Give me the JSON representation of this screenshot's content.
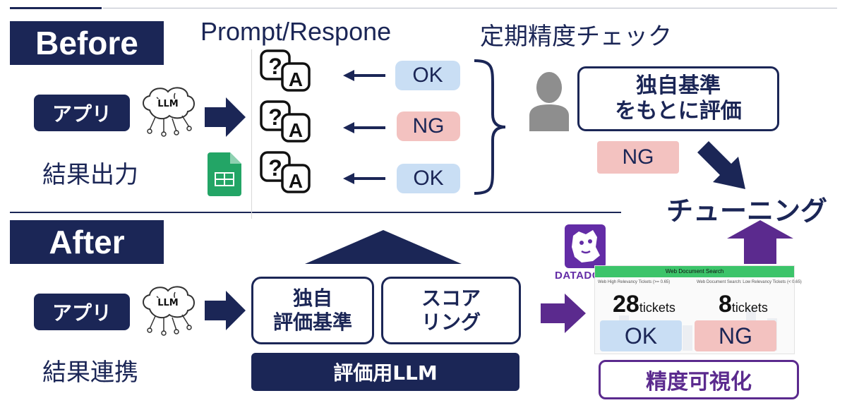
{
  "before": {
    "label": "Before",
    "app_label": "アプリ",
    "llm_label": "LLM",
    "result_label": "結果出力",
    "prompt_header": "Prompt/Respone",
    "check_header": "定期精度チェック",
    "responses": [
      "OK",
      "NG",
      "OK"
    ],
    "criteria_label": "独自基準\nをもとに評価",
    "criteria_line1": "独自基準",
    "criteria_line2": "をもとに評価",
    "ng_label": "NG",
    "tuning_label": "チューニング"
  },
  "after": {
    "label": "After",
    "app_label": "アプリ",
    "llm_label": "LLM",
    "result_label": "結果連携",
    "box1_line1": "独自",
    "box1_line2": "評価基準",
    "box2_line1": "スコア",
    "box2_line2": "リング",
    "eval_llm_label": "評価用LLM",
    "datadog_label": "DATADOG",
    "dashboard_title": "Web Document Search",
    "card1_caption": "Web High Relevancy Tickets (>= 0.65)",
    "card2_caption": "Web Document Search: Low Relevancy Tickets (< 0.65)",
    "card1_value": "28",
    "card2_value": "8",
    "tickets_unit": "tickets",
    "ok_label": "OK",
    "ng_label": "NG",
    "visualize_label": "精度可視化"
  },
  "colors": {
    "navy": "#1b2656",
    "ok_bg": "#c9def4",
    "ng_bg": "#f3c2c0",
    "purple": "#5b2a8e",
    "green_bar": "#3cc46a"
  },
  "icons": [
    "brain-circuit-icon",
    "google-sheets-icon",
    "question-answer-icon",
    "person-icon",
    "datadog-logo-icon"
  ]
}
